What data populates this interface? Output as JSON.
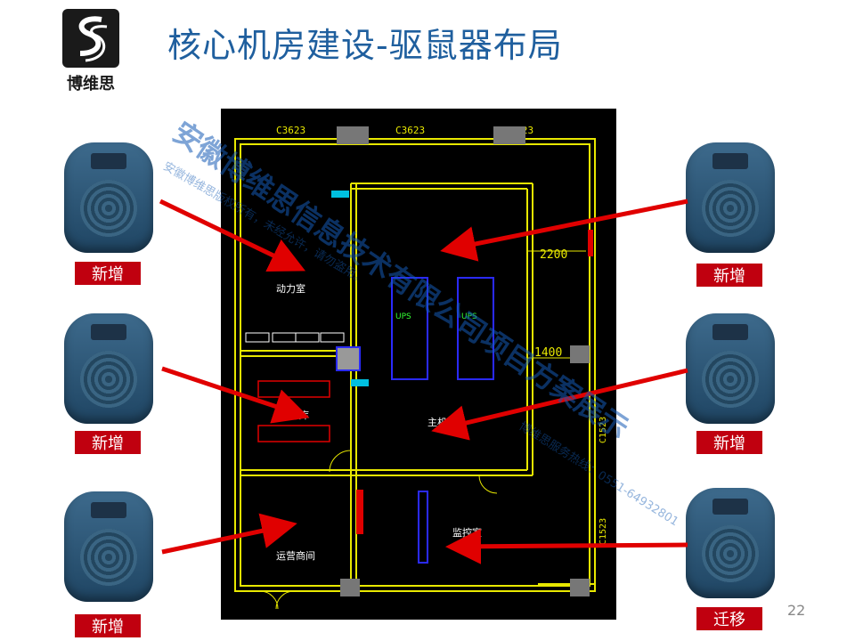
{
  "title": "核心机房建设-驱鼠器布局",
  "logo_text": "博维思",
  "tags": {
    "left_top": "新增",
    "left_mid": "新增",
    "left_bottom": "新增",
    "right_top": "新增",
    "right_mid": "新增",
    "right_bottom": "迁移"
  },
  "page_number": "22",
  "plan": {
    "windows": [
      "C3623",
      "C3623",
      "C3623"
    ],
    "dim_2200": "2200",
    "dim_1400": "1400",
    "side_labels": [
      "C1523",
      "C1523"
    ],
    "rooms": {
      "power": "动力室",
      "spare": "备件库",
      "main": "主机房",
      "monitor": "监控室",
      "transport": "运营商间"
    },
    "ups_labels": [
      "UPS",
      "UPS"
    ]
  },
  "watermarks": {
    "main": "安徽博维思信息技术有限公司项目方案展示",
    "copyright": "安徽博维思版权所有，未经允许，请勿盗用。",
    "hotline": "博维思服务热线：0551-64932801"
  },
  "colors": {
    "title": "#1f5f9e",
    "tag_bg": "#c0000f",
    "arrow": "#e00000",
    "plan_bg": "#000000",
    "plan_line": "#e8e800"
  }
}
